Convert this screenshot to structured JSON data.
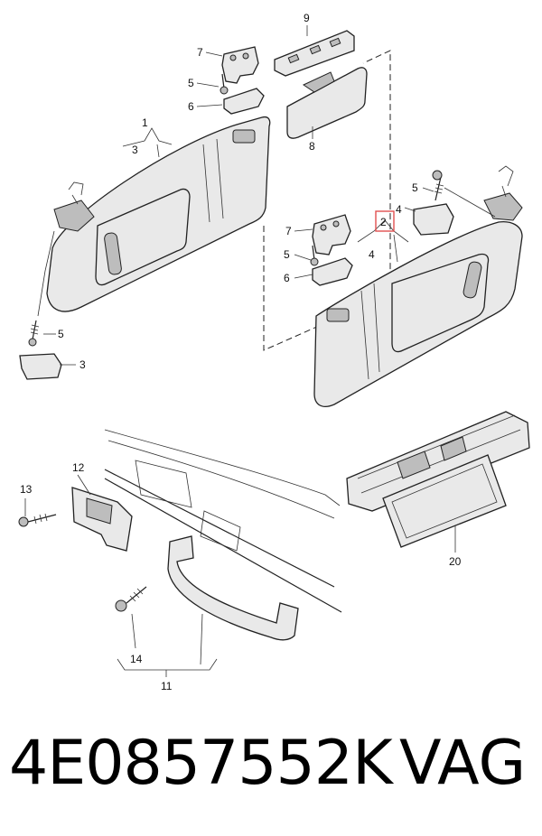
{
  "callouts": {
    "c1": "1",
    "c2": "2",
    "c3a": "3",
    "c3b": "3",
    "c4a": "4",
    "c4b": "4",
    "c5a": "5",
    "c5b": "5",
    "c5c": "5",
    "c5d": "5",
    "c6a": "6",
    "c6b": "6",
    "c7a": "7",
    "c7b": "7",
    "c8": "8",
    "c9": "9",
    "c11": "11",
    "c12": "12",
    "c13": "13",
    "c14": "14",
    "c20": "20"
  },
  "highlight_color": "#e05050",
  "footer": {
    "part_number": "4E0857552K",
    "brand": "VAG"
  }
}
